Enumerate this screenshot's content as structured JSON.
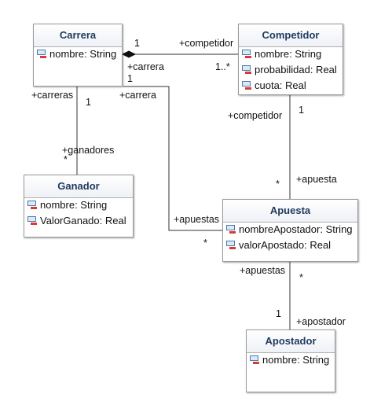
{
  "classes": {
    "carrera": {
      "name": "Carrera",
      "attributes": [
        "nombre: String"
      ]
    },
    "competidor": {
      "name": "Competidor",
      "attributes": [
        "nombre: String",
        "probabilidad: Real",
        "cuota: Real"
      ]
    },
    "ganador": {
      "name": "Ganador",
      "attributes": [
        "nombre: String",
        "ValorGanado: Real"
      ]
    },
    "apuesta": {
      "name": "Apuesta",
      "attributes": [
        "nombreApostador: String",
        "valorApostado: Real"
      ]
    },
    "apostador": {
      "name": "Apostador",
      "attributes": [
        "nombre: String"
      ]
    }
  },
  "associations": {
    "carrera_competidor": {
      "mult_carrera": "1",
      "role_competidor": "+competidor",
      "role_carrera": "+carrera",
      "mult_competidor": "1..*"
    },
    "carrera_ganador": {
      "role_carreras": "+carreras",
      "mult_carrera": "1",
      "role_ganadores": "+ganadores",
      "mult_ganador": "*"
    },
    "carrera_apuesta": {
      "role_carrera": "+carrera",
      "mult_carrera": "1",
      "role_apuestas": "+apuestas",
      "mult_apuesta": "*"
    },
    "competidor_apuesta": {
      "role_competidor": "+competidor",
      "mult_competidor": "1",
      "mult_apuesta": "*",
      "role_apuesta": "+apuesta"
    },
    "apuesta_apostador": {
      "role_apuestas": "+apuestas",
      "mult_apuesta": "*",
      "mult_apostador": "1",
      "role_apostador": "+apostador"
    }
  }
}
